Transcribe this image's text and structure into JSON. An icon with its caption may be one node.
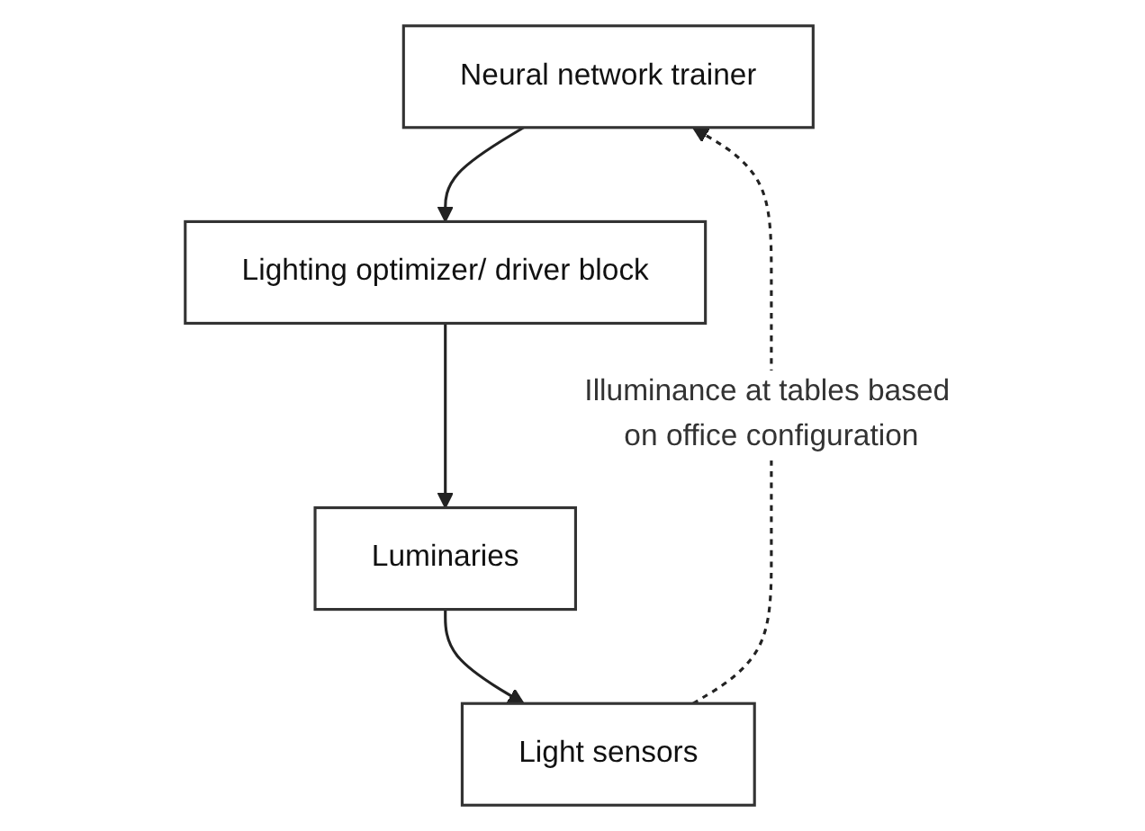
{
  "diagram": {
    "nodes": [
      {
        "text": [
          "Neural network trainer"
        ]
      },
      {
        "text": [
          "Lighting optimizer/ driver block"
        ]
      },
      {
        "text": [
          "Luminaries"
        ]
      },
      {
        "text": [
          "Light sensors"
        ]
      }
    ],
    "edges": [
      {
        "from": 0,
        "to": 1,
        "arrow": "to"
      },
      {
        "from": 1,
        "to": 2,
        "arrow": "to"
      },
      {
        "from": 2,
        "to": 3,
        "arrow": "to"
      },
      {
        "from": 3,
        "to": 0,
        "arrow": "to",
        "style": "dashed",
        "label": "Illuminance at tables based on office configuration"
      }
    ]
  }
}
